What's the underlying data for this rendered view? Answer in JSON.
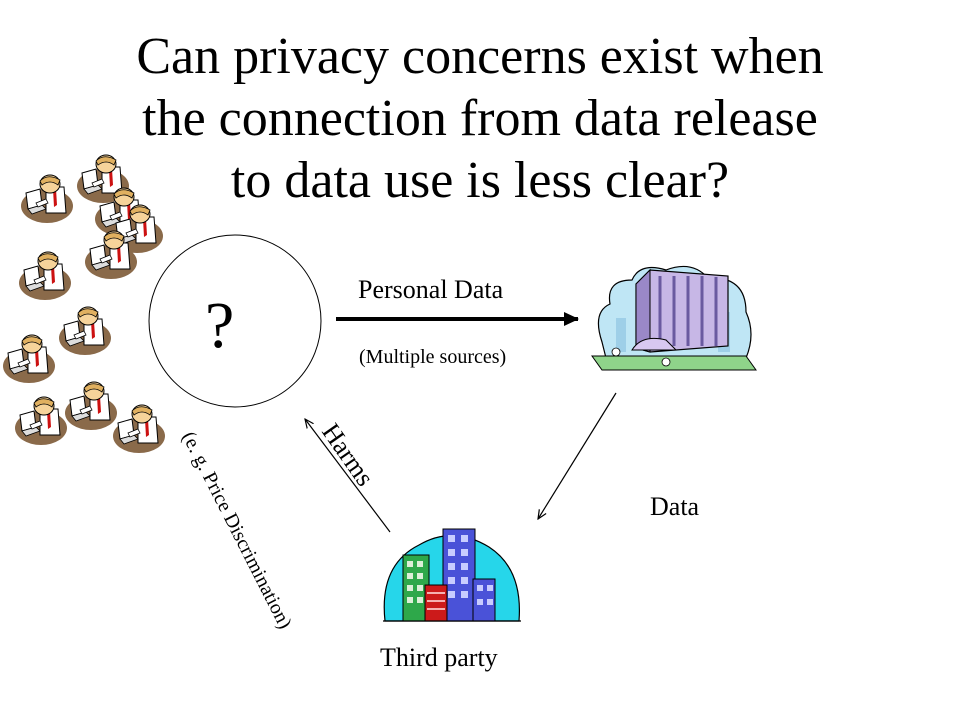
{
  "slide": {
    "title_lines": [
      "Can privacy concerns exist when",
      "the connection from data release",
      "to data use is less clear?"
    ]
  },
  "diagram": {
    "circle_label": "?",
    "arrow_top_label": "Personal Data",
    "arrow_top_sublabel": "(Multiple sources)",
    "arrow_right_label": "Data",
    "third_party_label": "Third party",
    "harms_label": "Harms",
    "harms_example": "(e. g. Price Discrimination)"
  },
  "icons": {
    "people": "person-at-computer-icon",
    "data_collector": "office-building-icon",
    "third_party": "city-buildings-icon"
  }
}
